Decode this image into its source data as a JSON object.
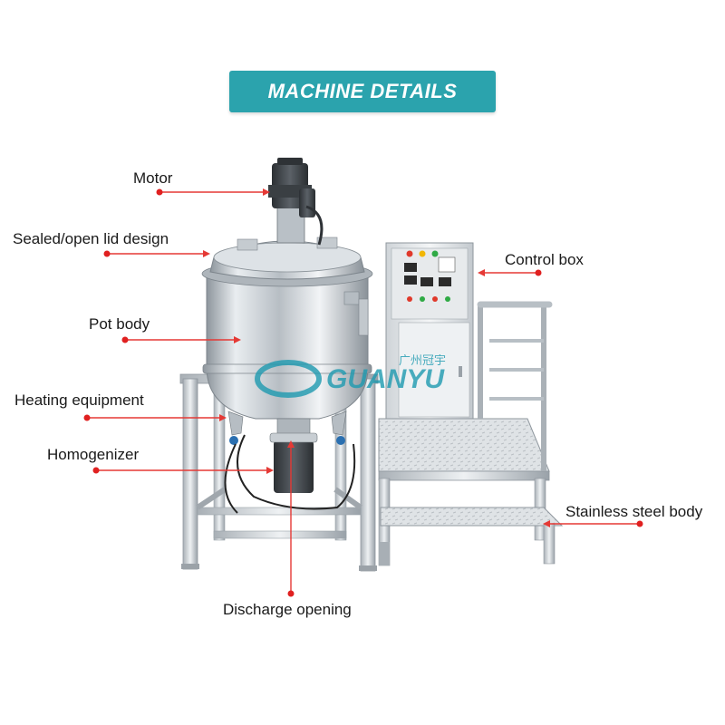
{
  "title": "MACHINE DETAILS",
  "watermark": {
    "brand": "GUANYU",
    "chinese": "广州冠宇"
  },
  "callouts": {
    "motor": "Motor",
    "lid": "Sealed/open lid design",
    "pot_body": "Pot body",
    "heating": "Heating equipment",
    "homogenizer": "Homogenizer",
    "discharge": "Discharge opening",
    "control_box": "Control box",
    "stainless": "Stainless steel body"
  },
  "colors": {
    "banner": "#2ba3ad",
    "callout_line": "#e53935",
    "callout_dot": "#e02020",
    "steel": "#c9ced3",
    "motor": "#3d4246"
  }
}
